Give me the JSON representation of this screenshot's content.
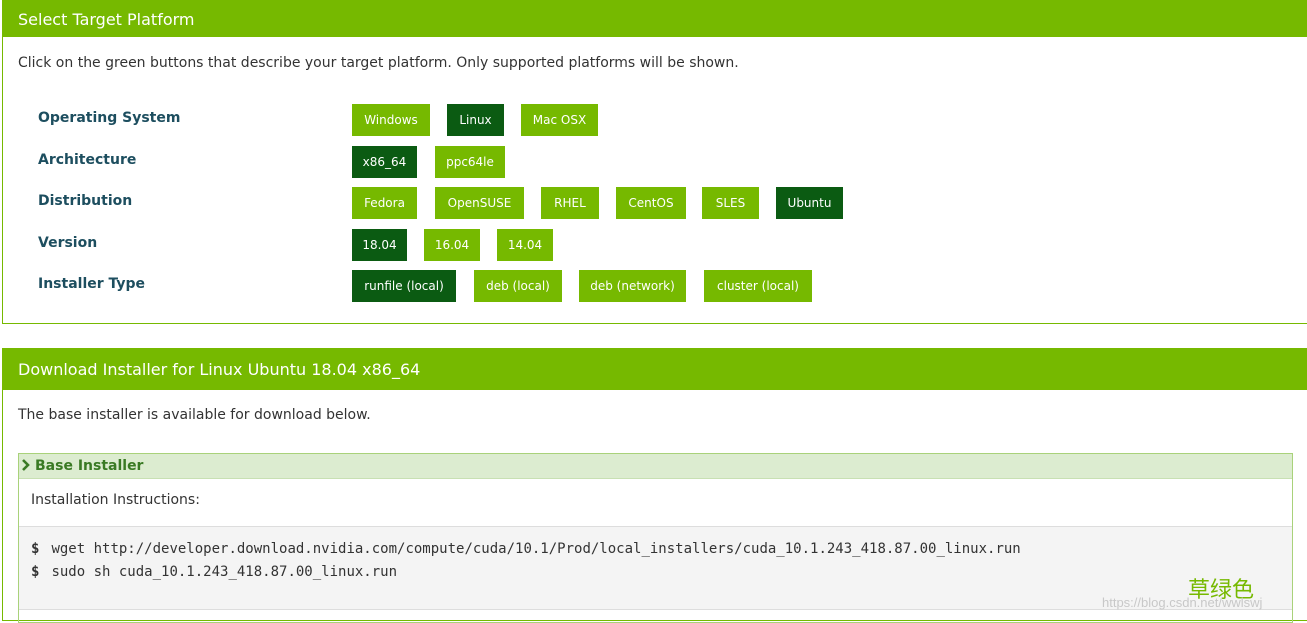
{
  "platform": {
    "title": "Select Target Platform",
    "intro": "Click on the green buttons that describe your target platform. Only supported platforms will be shown.",
    "rows": [
      {
        "label": "Operating System",
        "options": [
          "Windows",
          "Linux",
          "Mac OSX"
        ],
        "selected": "Linux"
      },
      {
        "label": "Architecture",
        "options": [
          "x86_64",
          "ppc64le"
        ],
        "selected": "x86_64"
      },
      {
        "label": "Distribution",
        "options": [
          "Fedora",
          "OpenSUSE",
          "RHEL",
          "CentOS",
          "SLES",
          "Ubuntu"
        ],
        "selected": "Ubuntu"
      },
      {
        "label": "Version",
        "options": [
          "18.04",
          "16.04",
          "14.04"
        ],
        "selected": "18.04"
      },
      {
        "label": "Installer Type",
        "options": [
          "runfile (local)",
          "deb (local)",
          "deb (network)",
          "cluster (local)"
        ],
        "selected": "runfile (local)"
      }
    ]
  },
  "download": {
    "title": "Download Installer for Linux Ubuntu 18.04 x86_64",
    "intro": "The base installer is available for download below.",
    "base_installer": {
      "title": "Base Installer",
      "instructions_label": "Installation Instructions:",
      "prompt": "$",
      "commands": [
        "wget http://developer.download.nvidia.com/compute/cuda/10.1/Prod/local_installers/cuda_10.1.243_418.87.00_linux.run",
        "sudo sh cuda_10.1.243_418.87.00_linux.run"
      ]
    }
  },
  "watermark": {
    "text": "草绿色",
    "url": "https://blog.csdn.net/wwlswj"
  },
  "colors": {
    "nvidia_green": "#76b900",
    "selected_green": "#0b5b12",
    "label_teal": "#1d4e5f"
  }
}
